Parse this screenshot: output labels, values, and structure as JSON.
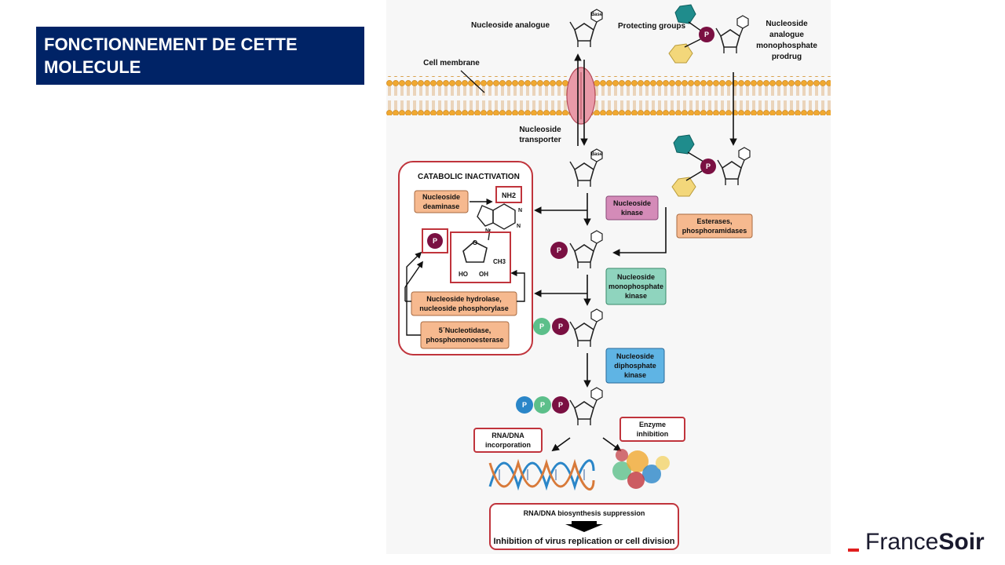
{
  "slide": {
    "title": "FONCTIONNEMENT DE CETTE MOLECULE"
  },
  "diagram": {
    "nucleoside_analogue": "Nucleoside analogue",
    "protecting_groups": "Protecting groups",
    "prodrug": "Nucleoside analogue monophosphate prodrug",
    "cell_membrane": "Cell membrane",
    "nucleoside_transporter": "Nucleoside transporter",
    "catabolic_title": "CATABOLIC INACTIVATION",
    "nucleoside_deaminase": "Nucleoside deaminase",
    "nh2": "NH2",
    "ch3": "CH3",
    "n": "N",
    "ho": "HO",
    "oh": "OH",
    "base": "Base",
    "o": "O",
    "p": "P",
    "nucleoside_kinase": "Nucleoside kinase",
    "esterases": "Esterases, phosphoramidases",
    "monophosphate_kinase": "Nucleoside monophosphate kinase",
    "hydrolase": "Nucleoside hydrolase, nucleoside phosphorylase",
    "nucleotidase": "5´Nucleotidase, phosphomonoesterase",
    "diphosphate_kinase": "Nucleoside diphosphate kinase",
    "rna_dna_incorporation": "RNA/DNA incorporation",
    "enzyme_inhibition": "Enzyme inhibition",
    "biosynthesis_suppression": "RNA/DNA biosynthesis suppression",
    "inhibition_replication": "Inhibition of virus replication or cell division"
  },
  "colors": {
    "title_bg": "#002366",
    "membrane": "#f0a830",
    "orange_box": "#f6b98f",
    "pink_box": "#d48bb8",
    "teal_box": "#8fd4be",
    "blue_box": "#5fb4e4",
    "catabolic_border": "#c0343c",
    "phosphate_maroon": "#7a1042",
    "phosphate_green": "#5cbf8a",
    "phosphate_blue": "#2a86c8",
    "logo_accent": "#e01e1e"
  },
  "logo": {
    "part1": "France",
    "part2": "Soir"
  }
}
